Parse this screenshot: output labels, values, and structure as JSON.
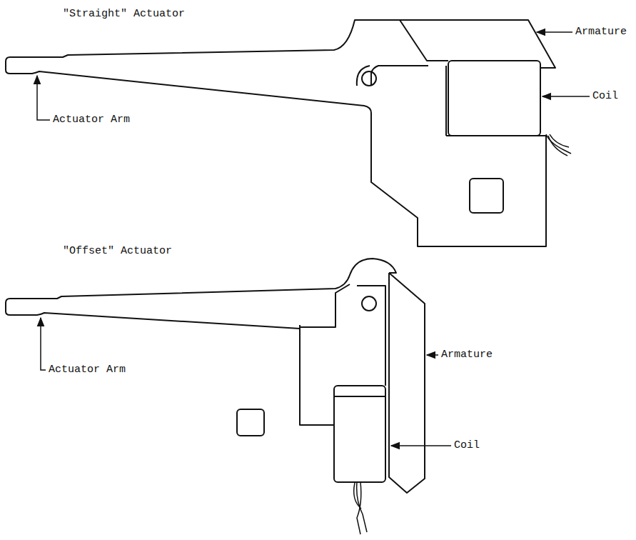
{
  "diagram": {
    "labels": [
      "\"Straight\" Actuator",
      "Armature",
      "Coil",
      "Actuator Arm",
      "\"Offset\" Actuator",
      "Armature",
      "Actuator Arm",
      "Coil"
    ]
  }
}
